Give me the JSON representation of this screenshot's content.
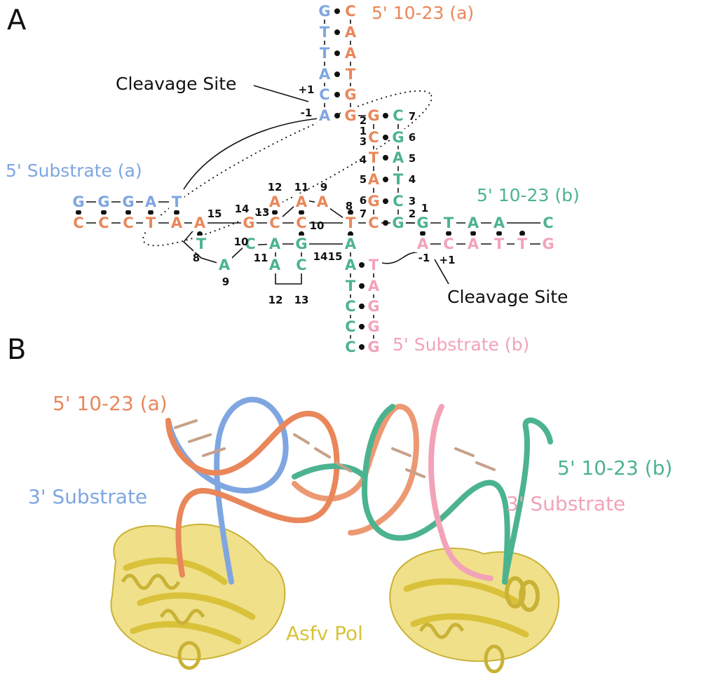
{
  "panel_a": {
    "letter": "A",
    "labels": {
      "enzyme_a": "5' 10-23 (a)",
      "enzyme_b": "5' 10-23 (b)",
      "substrate_a": "5' Substrate (a)",
      "substrate_b": "5' Substrate (b)",
      "cleavage_a": "Cleavage Site",
      "cleavage_b": "Cleavage Site"
    },
    "site_marks": {
      "minus_one": "-1",
      "plus_one": "+1"
    },
    "strands": {
      "substrate_a_stem": [
        "G",
        "T",
        "T",
        "A",
        "C",
        "A"
      ],
      "enzyme_a_stem": [
        "C",
        "A",
        "A",
        "T",
        "G",
        "G"
      ],
      "substrate_a_arm": [
        "G",
        "G",
        "G",
        "A",
        "T"
      ],
      "enzyme_a_arm": [
        "C",
        "C",
        "C",
        "T",
        "A",
        "A"
      ],
      "enzyme_a_loop": [
        "A",
        "A",
        "A"
      ],
      "enzyme_a_core": [
        "G",
        "C",
        "C",
        "T",
        "C"
      ],
      "enzyme_a_vertical": [
        "G",
        "C",
        "T",
        "A",
        "G"
      ],
      "enzyme_b_vertical": [
        "C",
        "G",
        "A",
        "T",
        "C"
      ],
      "enzyme_b_arm": [
        "G",
        "G",
        "T",
        "A",
        "A",
        "C"
      ],
      "substrate_b_arm": [
        "A",
        "C",
        "A",
        "T",
        "T",
        "G"
      ],
      "enzyme_b_loop": [
        "T",
        "A",
        "C",
        "A",
        "A",
        "C",
        "G",
        "A"
      ],
      "enzyme_b_stem": [
        "A",
        "T",
        "C",
        "C",
        "C"
      ],
      "substrate_b_stem": [
        "T",
        "A",
        "G",
        "G",
        "G"
      ]
    },
    "numbers": [
      "1",
      "2",
      "3",
      "4",
      "5",
      "6",
      "7",
      "8",
      "9",
      "10",
      "11",
      "12",
      "13",
      "14",
      "15"
    ]
  },
  "panel_b": {
    "letter": "B",
    "labels": {
      "enzyme_a": "5' 10-23 (a)",
      "enzyme_b": "5' 10-23 (b)",
      "substrate_a": "3' Substrate",
      "substrate_b": "3' Substrate",
      "protein": "Asfv Pol"
    }
  },
  "colors": {
    "substrate_a": "#7fa6e0",
    "enzyme_a": "#e9875a",
    "enzyme_b": "#4cb38f",
    "substrate_b": "#f2a3b8",
    "protein": "#d9c23a",
    "protein_fill": "#f0e08a",
    "text": "#111111"
  }
}
